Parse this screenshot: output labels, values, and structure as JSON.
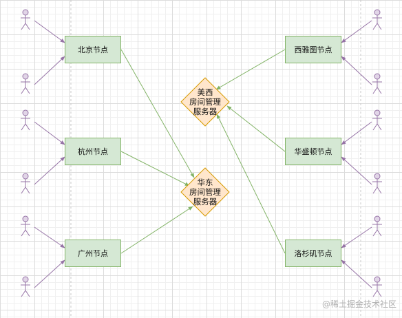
{
  "colors": {
    "node_fill": "#d5e8d4",
    "node_stroke": "#82b366",
    "server_fill": "#ffe6cc",
    "server_stroke": "#d79b00",
    "user_edge": "#9673a6",
    "server_edge": "#82b366"
  },
  "nodes": {
    "beijing": "北京节点",
    "hangzhou": "杭州节点",
    "guangzhou": "广州节点",
    "seattle": "西雅图节点",
    "washington": "华盛顿节点",
    "los_angeles": "洛杉矶节点"
  },
  "servers": {
    "us_west": [
      "美西",
      "房间管理",
      "服务器"
    ],
    "east_china": [
      "华东",
      "房间管理",
      "服务器"
    ]
  },
  "actor_icon": "stick-figure-user-icon",
  "watermark": "@稀土掘金技术社区"
}
